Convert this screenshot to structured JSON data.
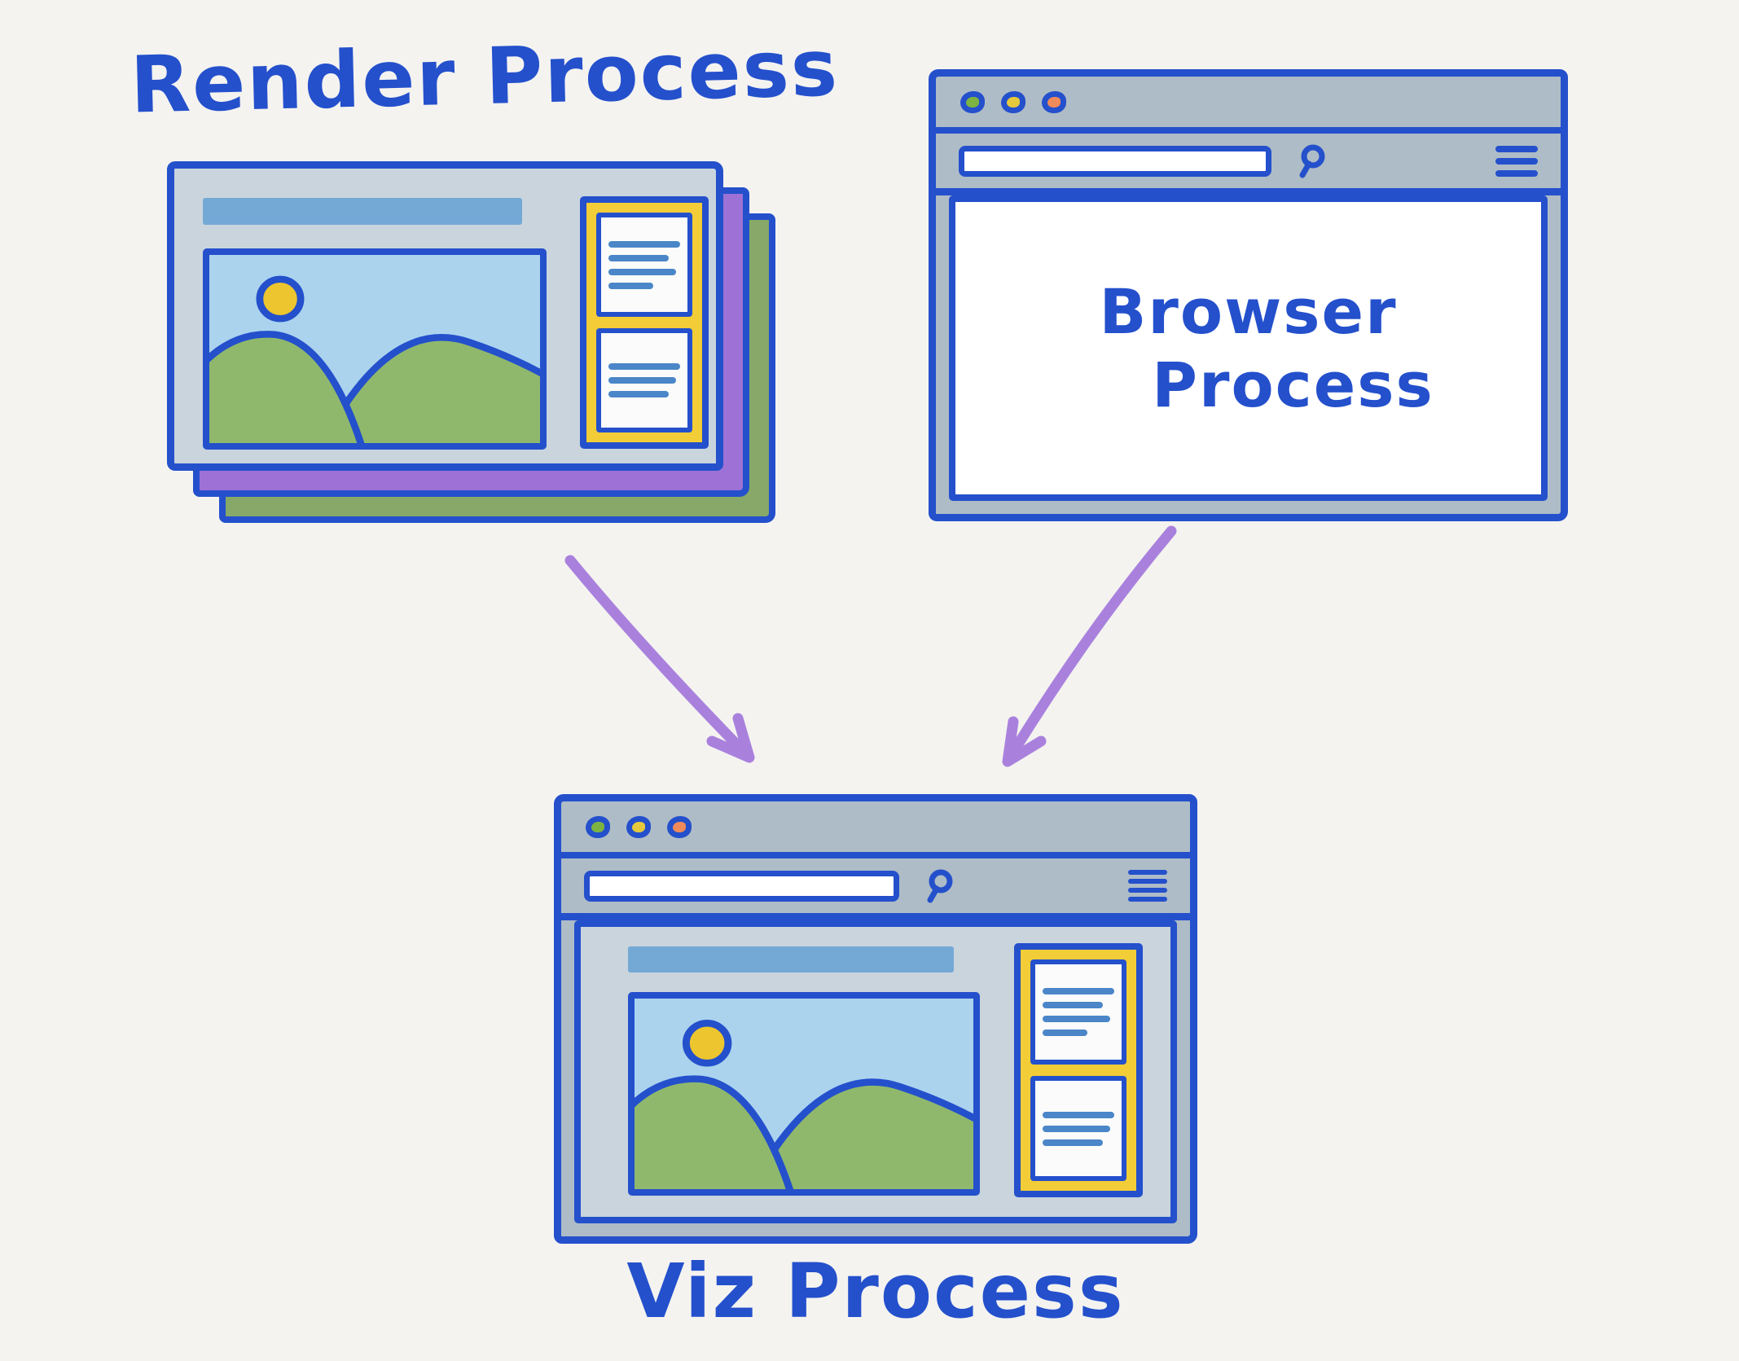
{
  "labels": {
    "render_process": "Render Process",
    "viz_process": "Viz Process",
    "browser_process": {
      "line1": "Browser",
      "line2": "Process"
    }
  },
  "colors": {
    "canvas_bg": "#f4f3f0",
    "ink": "#2450cc",
    "chrome_gray": "#aebcc7",
    "content_gray_blue": "#c9d4dd",
    "header_strip_blue": "#74a9d6",
    "sky_blue": "#abd3ee",
    "hill_green": "#8fb86d",
    "sun_yellow": "#edc52e",
    "panel_yellow": "#f2cd37",
    "stack_purple": "#9d71d5",
    "stack_green": "#87a869",
    "arrow_purple": "#a981dd",
    "dot_green": "#7cb342",
    "dot_yellow": "#e4c93d",
    "dot_orange": "#ef8a5a",
    "card_white": "#fafbfa",
    "line_blue": "#4a86c8"
  },
  "icons": {
    "window_dots": [
      "green-dot",
      "yellow-dot",
      "orange-dot"
    ],
    "search": "magnifier-icon",
    "menu": "hamburger-menu-icon",
    "illustration": "landscape-with-sun-and-hills"
  }
}
